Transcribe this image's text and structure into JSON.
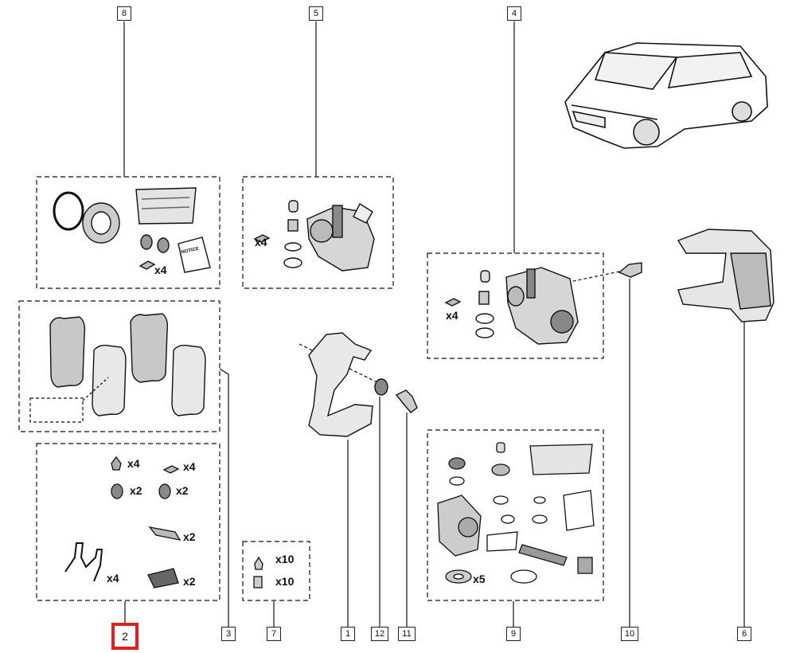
{
  "callouts": {
    "c8": "8",
    "c5": "5",
    "c4": "4",
    "c2": "2",
    "c3": "3",
    "c7": "7",
    "c1": "1",
    "c12": "12",
    "c11": "11",
    "c9": "9",
    "c10": "10",
    "c6": "6"
  },
  "highlight_color": "#e0201e",
  "quantities": {
    "kit8_bolts": "x4",
    "kit5_bolts": "x4",
    "kit4_bolts": "x4",
    "kit2_nut": "x4",
    "kit2_clip": "x4",
    "kit2_cap_a": "x2",
    "kit2_cap_b": "x2",
    "kit2_spring_plate": "x2",
    "kit2_wire_spring": "x4",
    "kit2_pad": "x2",
    "kit7_cap": "x10",
    "kit7_sleeve": "x10",
    "kit9_washer": "x5"
  },
  "notice_label": "NOTICE"
}
